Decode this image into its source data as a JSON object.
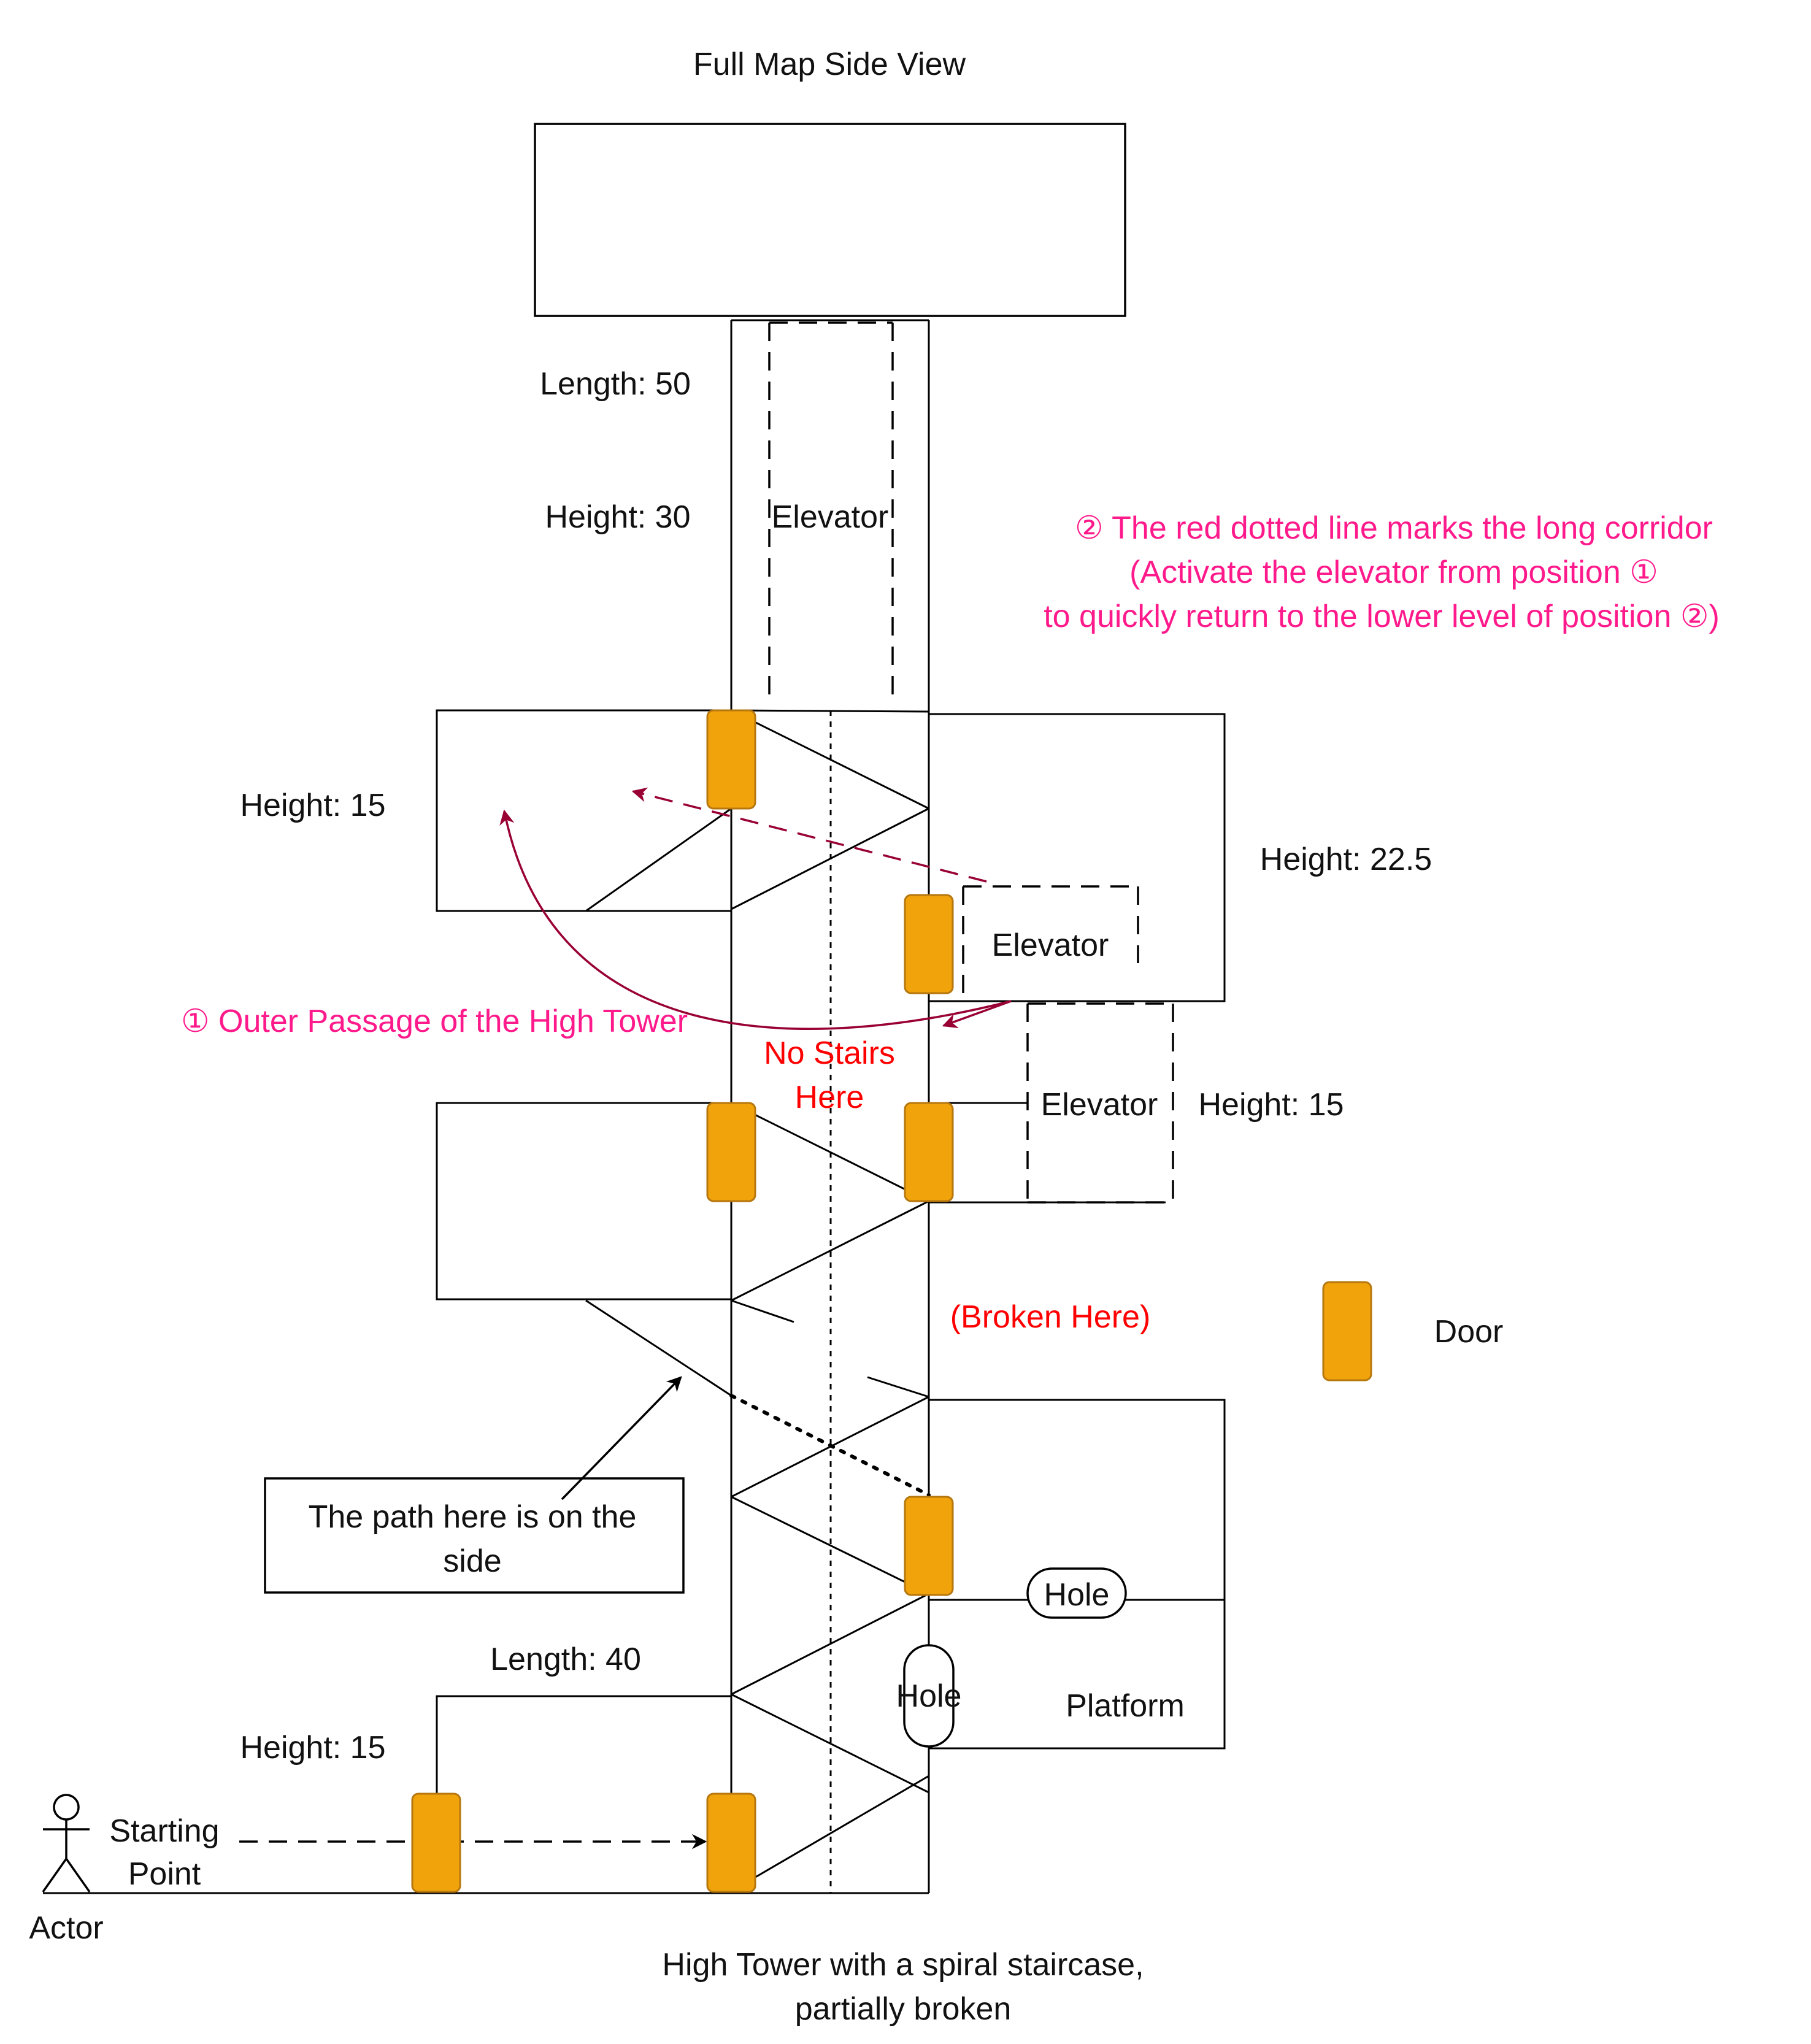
{
  "title": "Full Map Side View",
  "caption": [
    "High Tower with a spiral staircase,",
    "partially broken"
  ],
  "labels": {
    "length_50": "Length: 50",
    "height_30": "Height: 30",
    "elevator": "Elevator",
    "height_15_upper": "Height: 15",
    "height_22_5": "Height: 22.5",
    "height_15_side": "Height: 15",
    "no_stairs": [
      "No Stairs",
      "Here"
    ],
    "broken_here": "(Broken Here)",
    "door_legend": "Door",
    "path_note": [
      "The path here is on the",
      "side"
    ],
    "length_40": "Length: 40",
    "height_15_lower": "Height: 15",
    "hole": "Hole",
    "platform": "Platform",
    "starting_point": [
      "Starting",
      "Point"
    ],
    "actor": "Actor"
  },
  "notes": {
    "outer_passage": "① Outer Passage of the High Tower",
    "corridor": [
      "② The red dotted line marks the long corridor",
      "(Activate the elevator from position ①",
      "to quickly return to the lower level of position ②)"
    ]
  },
  "colors": {
    "door_fill": "#f0a30a",
    "door_stroke": "#b7770f",
    "note_pink": "#ff1a8c",
    "alert_red": "#ff0000",
    "arrow_maroon": "#990033"
  }
}
